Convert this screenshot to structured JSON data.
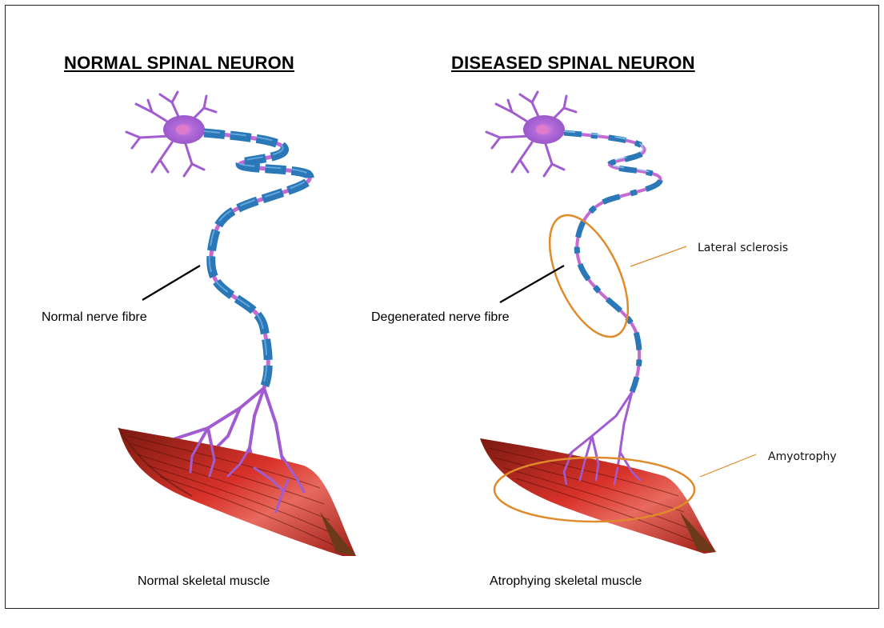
{
  "titles": {
    "normal": "NORMAL SPINAL NEURON",
    "diseased": "DISEASED SPINAL NEURON"
  },
  "labels": {
    "normal_fibre": "Normal nerve fibre",
    "normal_muscle": "Normal skeletal muscle",
    "degenerated_fibre": "Degenerated nerve fibre",
    "atrophying_muscle": "Atrophying skeletal muscle",
    "lateral_sclerosis": "Lateral sclerosis",
    "amyotrophy": "Amyotrophy"
  },
  "colors": {
    "neuron_body": "#a05cd0",
    "myelin": "#2a78b8",
    "node": "#d36fc9",
    "muscle": "#c0221c",
    "tendon": "#6b3a1a",
    "highlight": "#e08a2a"
  }
}
